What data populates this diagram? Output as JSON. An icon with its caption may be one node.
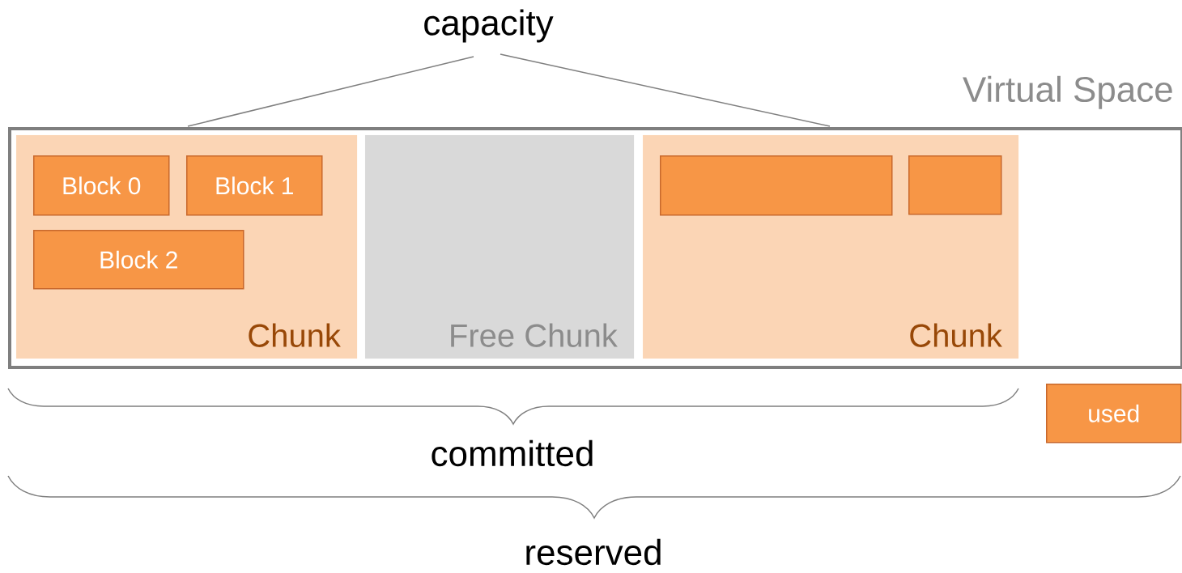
{
  "diagram": {
    "nodes": [
      {
        "text": [
          "Virtual Space"
        ]
      },
      {
        "text": [
          "Chunk"
        ],
        "in": 0
      },
      {
        "text": [
          "Block 0"
        ],
        "in": 1
      },
      {
        "text": [
          "Block 1"
        ],
        "in": 1
      },
      {
        "text": [
          "Block 2"
        ],
        "in": 1
      },
      {
        "text": [
          "Free Chunk"
        ],
        "in": 0
      },
      {
        "text": [
          "Chunk"
        ],
        "in": 0
      },
      {
        "text": [],
        "shape": "box",
        "in": 6
      },
      {
        "text": [],
        "shape": "box",
        "in": 6
      },
      {
        "text": [
          "used"
        ]
      }
    ],
    "edges": [],
    "labels": [
      "capacity",
      "committed",
      "reserved"
    ]
  }
}
